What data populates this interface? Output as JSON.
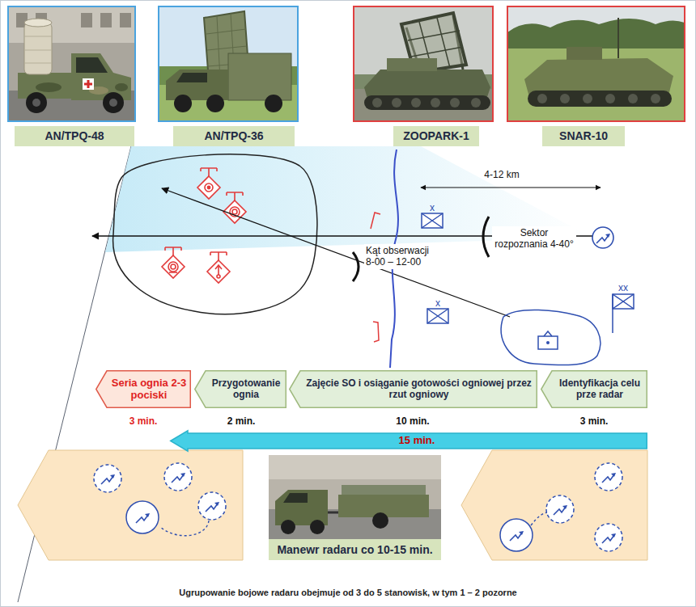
{
  "diagram": {
    "nodes": [
      {
        "text": [
          "AN/TPQ-48"
        ]
      },
      {
        "text": [
          "AN/TPQ-36"
        ]
      },
      {
        "text": [
          "ZOOPARK-1"
        ]
      },
      {
        "text": [
          "SNAR-10"
        ]
      },
      {
        "text": [
          "Seria ognia 2-3 pociski"
        ]
      },
      {
        "text": [
          "Przygotowanie ognia"
        ]
      },
      {
        "text": [
          "Zajęcie SO i osiąganie gotowości ogniowej przez rzut ogniowy"
        ]
      },
      {
        "text": [
          "Identyfikacja celu prze radar"
        ]
      },
      {
        "text": [
          "15 min."
        ]
      },
      {
        "text": [
          "Manewr radaru co 10-15 min."
        ]
      }
    ],
    "labels": [
      "4-12 km",
      "x",
      "Sektor rozpoznania 4-40°",
      "Kąt obserwacji 8-00 – 12-00",
      "x",
      "xx",
      "3 min.",
      "2 min.",
      "10 min.",
      "3 min.",
      "Ugrupowanie bojowe radaru obejmuje od 3 do 5 stanowisk, w tym 1 – 2 pozorne"
    ]
  }
}
